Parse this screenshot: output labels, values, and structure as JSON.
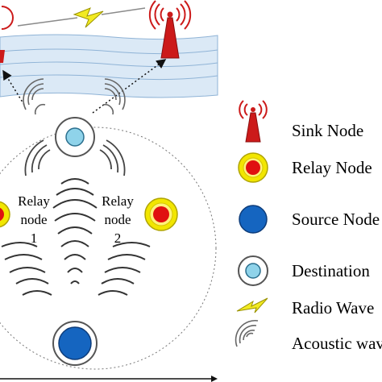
{
  "diagram": {
    "relay_node_1": {
      "line1": "Relay",
      "line2": "node",
      "line3": "1"
    },
    "relay_node_2": {
      "line1": "Relay",
      "line2": "node",
      "line3": "2"
    }
  },
  "legend": {
    "sink_node": "Sink Node",
    "relay_node": "Relay Node",
    "source_node": "Source Node",
    "destination": "Destination",
    "radio_wave": "Radio Wave",
    "acoustic_wave": "Acoustic wave"
  },
  "colors": {
    "sink_red": "#cc1a1a",
    "relay_yellow": "#f2e600",
    "relay_red": "#e01010",
    "source_blue": "#1565c0",
    "destination_cyan": "#8fd3ea",
    "water": "#dbe9f6",
    "radio_yellow": "#f2ea22"
  }
}
